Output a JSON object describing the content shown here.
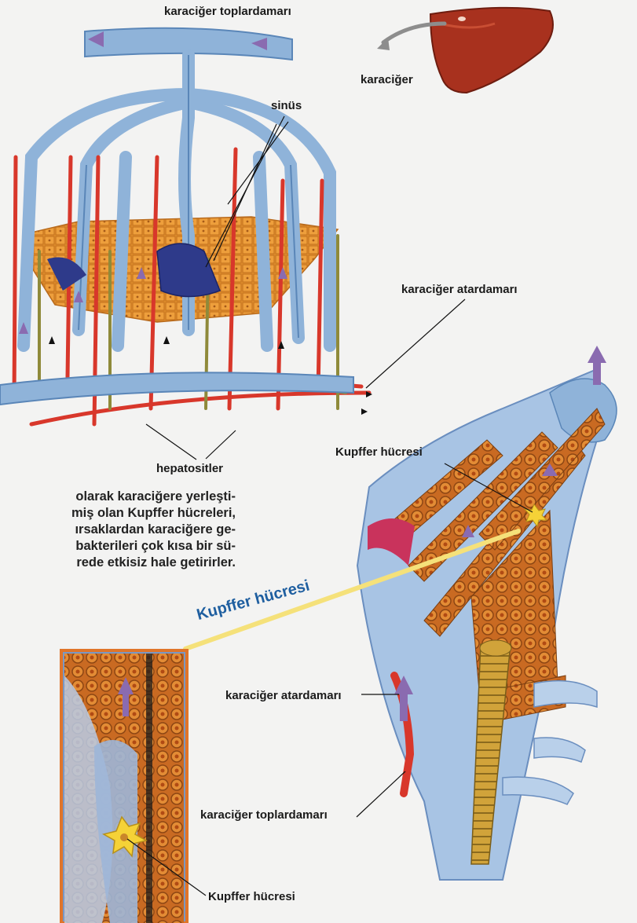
{
  "labels": {
    "vein_top": "karaciğer toplardamarı",
    "liver": "karaciğer",
    "sinus": "sinüs",
    "artery_right": "karaciğer atardamarı",
    "hepatocytes": "hepatositler",
    "kupffer_right": "Kupffer hücresi",
    "kupffer_blue": "Kupffer hücresi",
    "artery_lower": "karaciğer atardamarı",
    "vein_lower": "karaciğer toplardamarı",
    "kupffer_bottom": "Kupffer hücresi"
  },
  "paragraph": [
    "olarak karaciğere yerleşti-",
    "miş olan Kupffer hücreleri,",
    "ırsaklardan karaciğere ge-",
    "bakterileri çok kısa bir sü-",
    "rede etkisiz hale getirirler."
  ],
  "colors": {
    "vein_blue": "#7fa6cf",
    "artery_red": "#d8372b",
    "hepatocyte_orange": "#e08a2e",
    "liver_red": "#a8311e",
    "bile_olive": "#8f8a3a",
    "arrow_purple": "#8a6bb0",
    "highlight_yellow": "#f5e17a",
    "blue_label": "#1f5fa0"
  }
}
